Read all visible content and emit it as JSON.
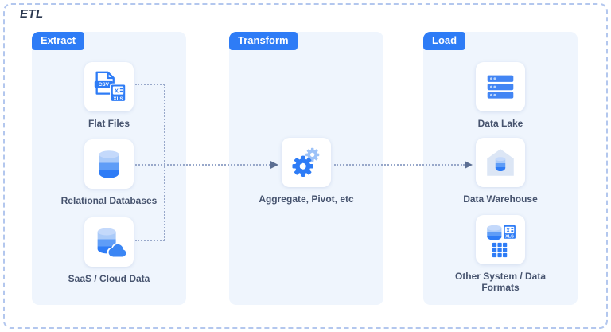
{
  "title": "ETL",
  "panels": {
    "extract": {
      "label": "Extract",
      "items": [
        {
          "label": "Flat Files",
          "icon": "flat-files-icon"
        },
        {
          "label": "Relational Databases",
          "icon": "database-icon"
        },
        {
          "label": "SaaS / Cloud Data",
          "icon": "cloud-database-icon"
        }
      ]
    },
    "transform": {
      "label": "Transform",
      "items": [
        {
          "label": "Aggregate, Pivot, etc",
          "icon": "gears-icon"
        }
      ]
    },
    "load": {
      "label": "Load",
      "items": [
        {
          "label": "Data Lake",
          "icon": "server-stack-icon"
        },
        {
          "label": "Data Warehouse",
          "icon": "warehouse-icon"
        },
        {
          "label": "Other System / Data Formats",
          "icon": "data-formats-icon"
        }
      ]
    }
  },
  "icon_text": {
    "csv": "CSV",
    "xls": "XLS",
    "x": "X"
  },
  "colors": {
    "accent_blue": "#2e7cf6",
    "panel_bg": "#eff5fd",
    "dashed_border": "#b3c7ee",
    "label_text": "#46536e",
    "connector_dots": "#98a8ca",
    "arrowhead": "#5c6f93"
  }
}
